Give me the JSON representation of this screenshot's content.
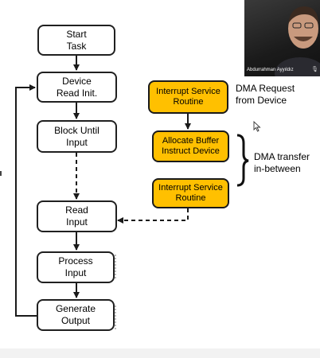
{
  "flow": {
    "start": [
      "Start",
      "Task"
    ],
    "device_read": [
      "Device",
      "Read Init."
    ],
    "block_until": [
      "Block Until",
      "Input"
    ],
    "read_input": [
      "Read",
      "Input"
    ],
    "process_input": [
      "Process",
      "Input"
    ],
    "generate_output": [
      "Generate",
      "Output"
    ]
  },
  "dma": {
    "isr_top": [
      "Interrupt Service",
      "Routine"
    ],
    "allocate": [
      "Allocate Buffer",
      "Instruct Device"
    ],
    "isr_bottom": [
      "Interrupt Service",
      "Routine"
    ],
    "request_label": [
      "DMA Request",
      "from Device"
    ],
    "transfer_label": [
      "DMA transfer",
      "in-between"
    ]
  },
  "video": {
    "presenter_name": "Abdurrahman Ayyıldız"
  },
  "colors": {
    "box_fill": "#ffffff",
    "dma_fill": "#ffc000",
    "stroke": "#202020"
  }
}
